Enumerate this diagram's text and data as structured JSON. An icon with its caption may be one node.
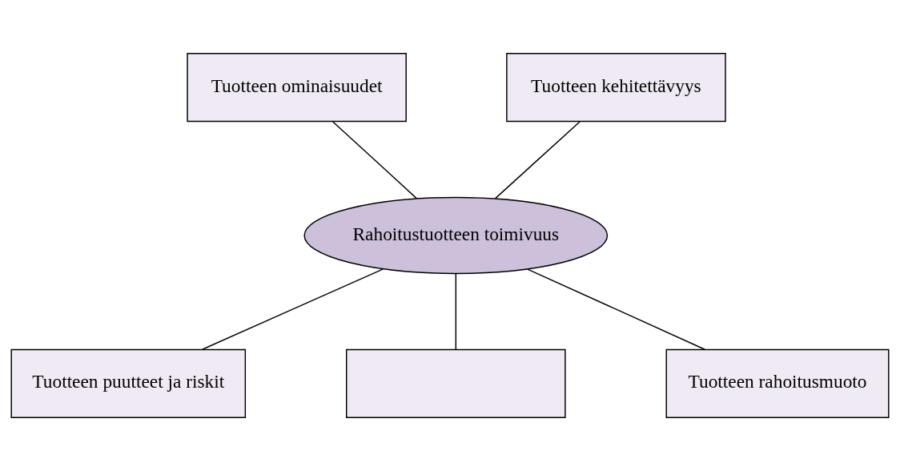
{
  "diagram": {
    "nodes": [
      {
        "text": [
          "Tuotteen ominaisuudet"
        ]
      },
      {
        "text": [
          "Tuotteen kehitettävyys"
        ]
      },
      {
        "text": [
          "Rahoitustuotteen toimivuus"
        ]
      },
      {
        "text": [
          "Tuotteen puutteet ja riskit"
        ]
      },
      {
        "text": [
          "Tuotteen rahoitusmuoto"
        ]
      },
      {
        "text": [],
        "shape": "box"
      }
    ],
    "edges": [
      {
        "from": 2,
        "to": 0,
        "arrow": "none"
      },
      {
        "from": 2,
        "to": 1,
        "arrow": "none"
      },
      {
        "from": 2,
        "to": 3,
        "arrow": "none"
      },
      {
        "from": 2,
        "to": 4,
        "arrow": "none"
      },
      {
        "from": 2,
        "to": 5,
        "arrow": "none"
      }
    ]
  }
}
